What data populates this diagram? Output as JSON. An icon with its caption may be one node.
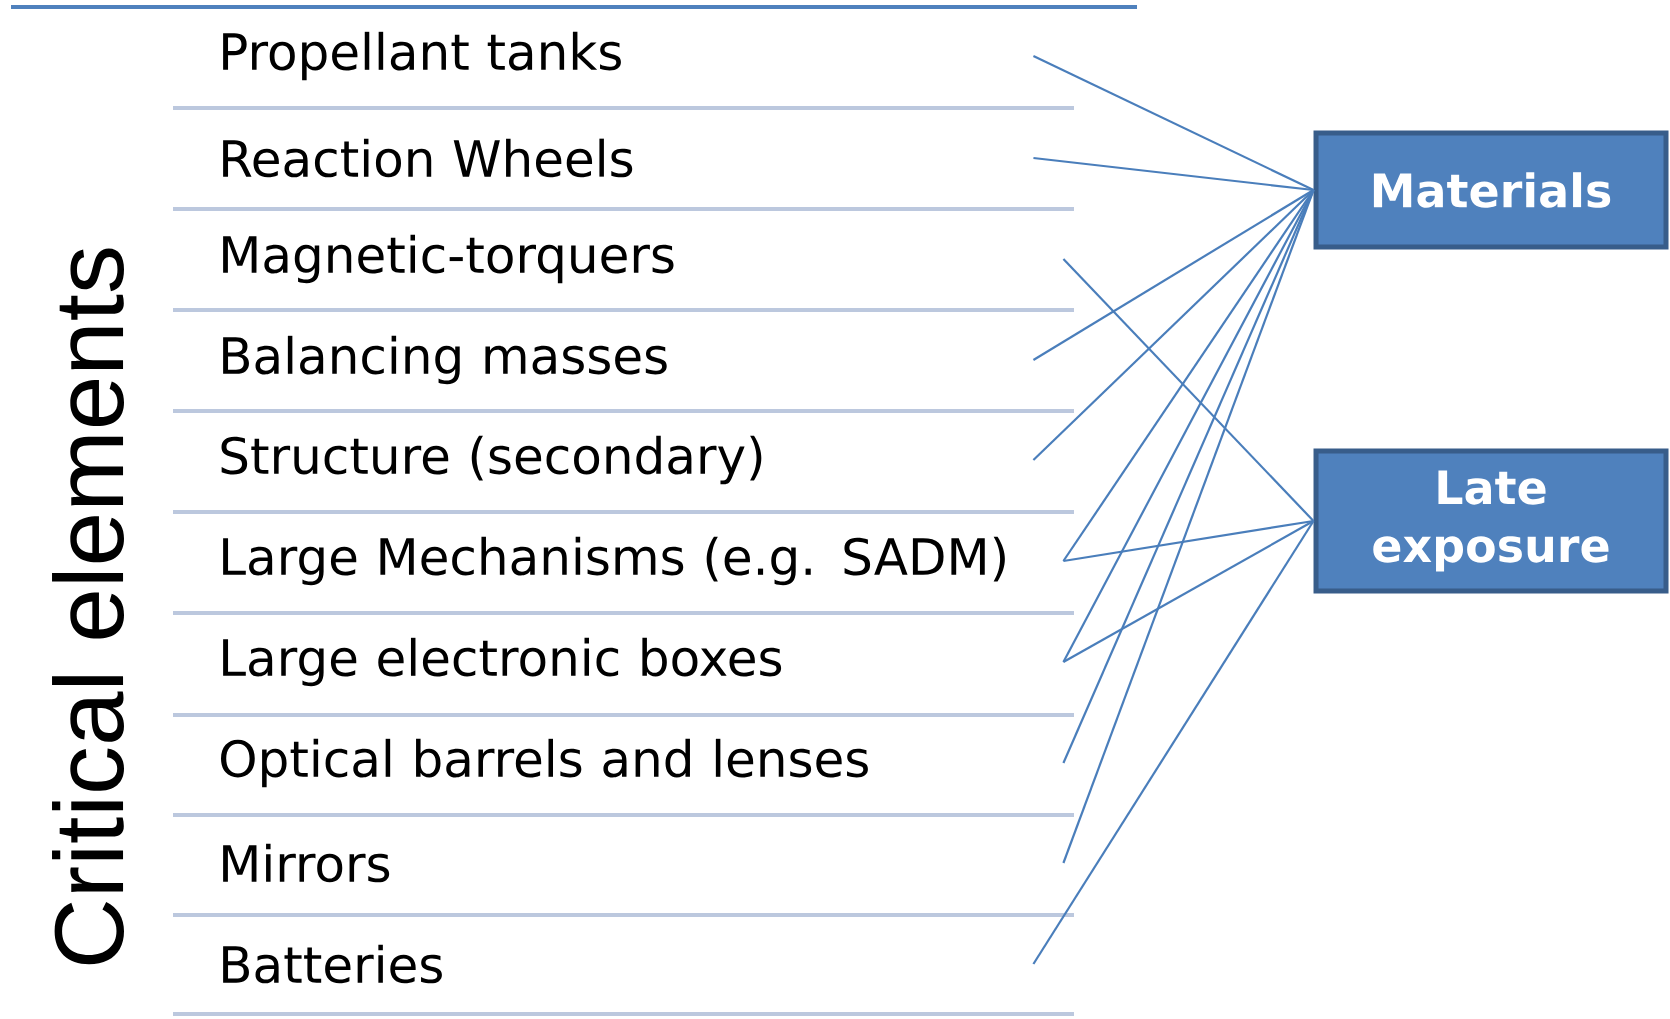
{
  "diagram": {
    "nodes": [
      {
        "text": [
          "Propellant tanks"
        ]
      },
      {
        "text": [
          "Reaction Wheels"
        ]
      },
      {
        "text": [
          "Magnetic-torquers"
        ]
      },
      {
        "text": [
          "Balancing masses"
        ]
      },
      {
        "text": [
          "Structure (secondary)"
        ]
      },
      {
        "text": [
          "Large Mechanisms (e.g. SADM)"
        ]
      },
      {
        "text": [
          "Large electronic boxes"
        ]
      },
      {
        "text": [
          "Optical barrels and lenses"
        ]
      },
      {
        "text": [
          "Mirrors"
        ]
      },
      {
        "text": [
          "Batteries"
        ]
      },
      {
        "text": [
          "Materials"
        ]
      },
      {
        "text": [
          "Late exposure"
        ]
      }
    ],
    "edges": [
      {
        "from": 0,
        "to": 10,
        "arrow": "none"
      },
      {
        "from": 1,
        "to": 10,
        "arrow": "none"
      },
      {
        "from": 3,
        "to": 10,
        "arrow": "none"
      },
      {
        "from": 4,
        "to": 10,
        "arrow": "none"
      },
      {
        "from": 5,
        "to": 10,
        "arrow": "none"
      },
      {
        "from": 6,
        "to": 10,
        "arrow": "none"
      },
      {
        "from": 7,
        "to": 10,
        "arrow": "none"
      },
      {
        "from": 8,
        "to": 10,
        "arrow": "none"
      },
      {
        "from": 2,
        "to": 11,
        "arrow": "none"
      },
      {
        "from": 5,
        "to": 11,
        "arrow": "none"
      },
      {
        "from": 6,
        "to": 11,
        "arrow": "none"
      },
      {
        "from": 9,
        "to": 11,
        "arrow": "none"
      }
    ],
    "labels": [
      "Critical elements"
    ]
  }
}
